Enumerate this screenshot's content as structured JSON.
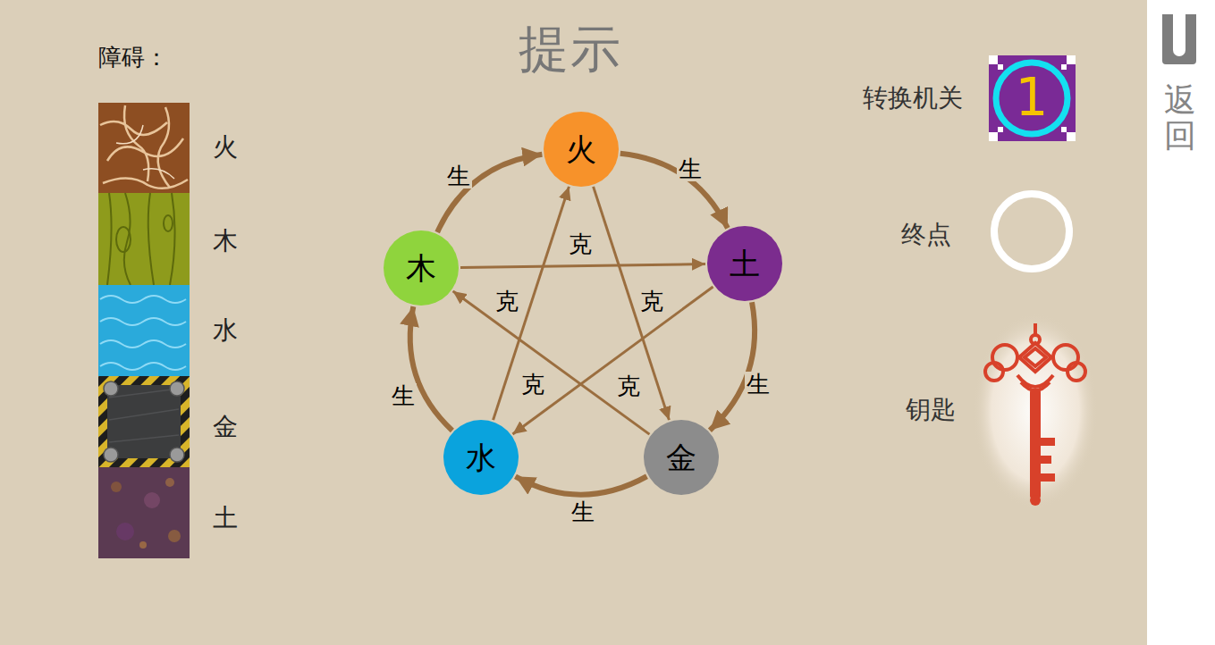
{
  "diagram": {
    "title": "提示",
    "nodes": [
      {
        "text": [
          "火"
        ]
      },
      {
        "text": [
          "土"
        ]
      },
      {
        "text": [
          "金"
        ]
      },
      {
        "text": [
          "水"
        ]
      },
      {
        "text": [
          "木"
        ]
      }
    ],
    "edges": [
      {
        "from": 4,
        "to": 0,
        "label": "生",
        "arrow": "to"
      },
      {
        "from": 0,
        "to": 1,
        "label": "生",
        "arrow": "to"
      },
      {
        "from": 1,
        "to": 2,
        "label": "生",
        "arrow": "to"
      },
      {
        "from": 2,
        "to": 3,
        "label": "生",
        "arrow": "to"
      },
      {
        "from": 3,
        "to": 4,
        "label": "生",
        "arrow": "to"
      },
      {
        "from": 4,
        "to": 1,
        "label": "克",
        "arrow": "to"
      },
      {
        "from": 1,
        "to": 3,
        "label": "克",
        "arrow": "to"
      },
      {
        "from": 3,
        "to": 0,
        "label": "克",
        "arrow": "to"
      },
      {
        "from": 0,
        "to": 2,
        "label": "克",
        "arrow": "to"
      },
      {
        "from": 2,
        "to": 4,
        "label": "克",
        "arrow": "to"
      }
    ],
    "labels": [
      "障碍：",
      "转换机关",
      "1",
      "终点",
      "钥匙",
      "返回"
    ],
    "legend": [
      {
        "text": "火"
      },
      {
        "text": "木"
      },
      {
        "text": "水"
      },
      {
        "text": "金"
      },
      {
        "text": "土"
      }
    ]
  }
}
